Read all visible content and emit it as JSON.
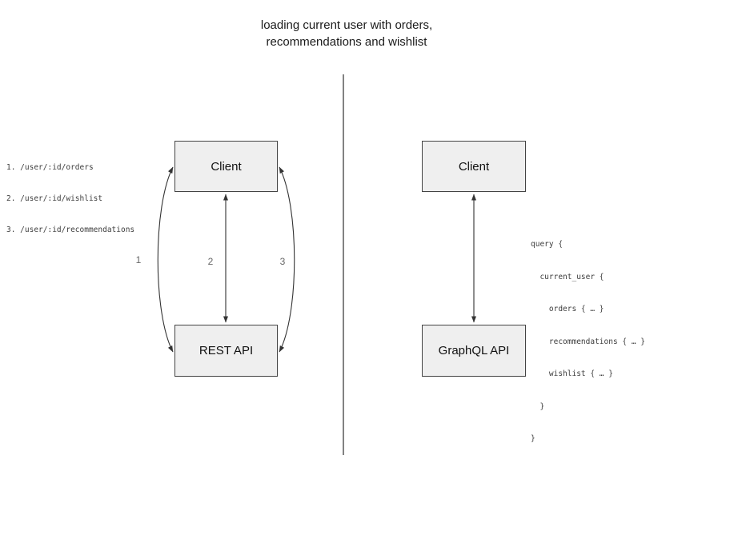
{
  "title": {
    "line1": "loading current user with orders,",
    "line2": "recommendations and wishlist"
  },
  "rest_diagram": {
    "client_label": "Client",
    "api_label": "REST API",
    "endpoints": [
      "1. /user/:id/orders",
      "2. /user/:id/wishlist",
      "3. /user/:id/recommendations"
    ],
    "arrow_labels": [
      "1",
      "2",
      "3"
    ]
  },
  "graphql_diagram": {
    "client_label": "Client",
    "api_label": "GraphQL API",
    "query_lines": [
      "query {",
      "  current_user {",
      "    orders { … }",
      "    recommendations { … }",
      "    wishlist { … }",
      "  }",
      "}"
    ]
  },
  "colors": {
    "node_fill": "#efefef",
    "node_border": "#444444",
    "arrow": "#333333",
    "divider": "#595959",
    "label_gray": "#666666",
    "code_text": "#3d3d3d"
  }
}
